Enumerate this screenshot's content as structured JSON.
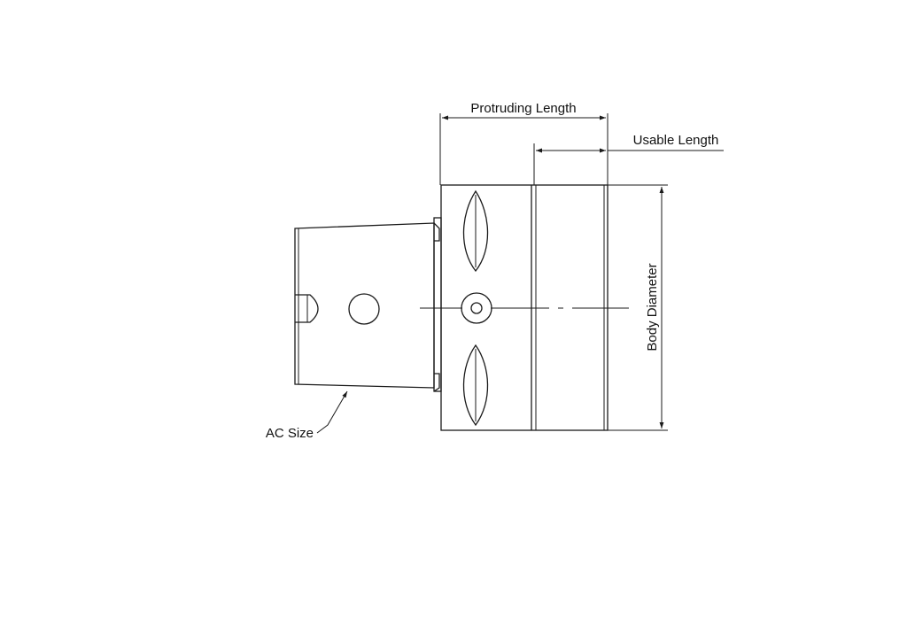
{
  "labels": {
    "protruding_length": "Protruding Length",
    "usable_length": "Usable Length",
    "body_diameter": "Body Diameter",
    "ac_size": "AC Size"
  },
  "colors": {
    "line": "#1a1a1a",
    "background": "#ffffff"
  }
}
